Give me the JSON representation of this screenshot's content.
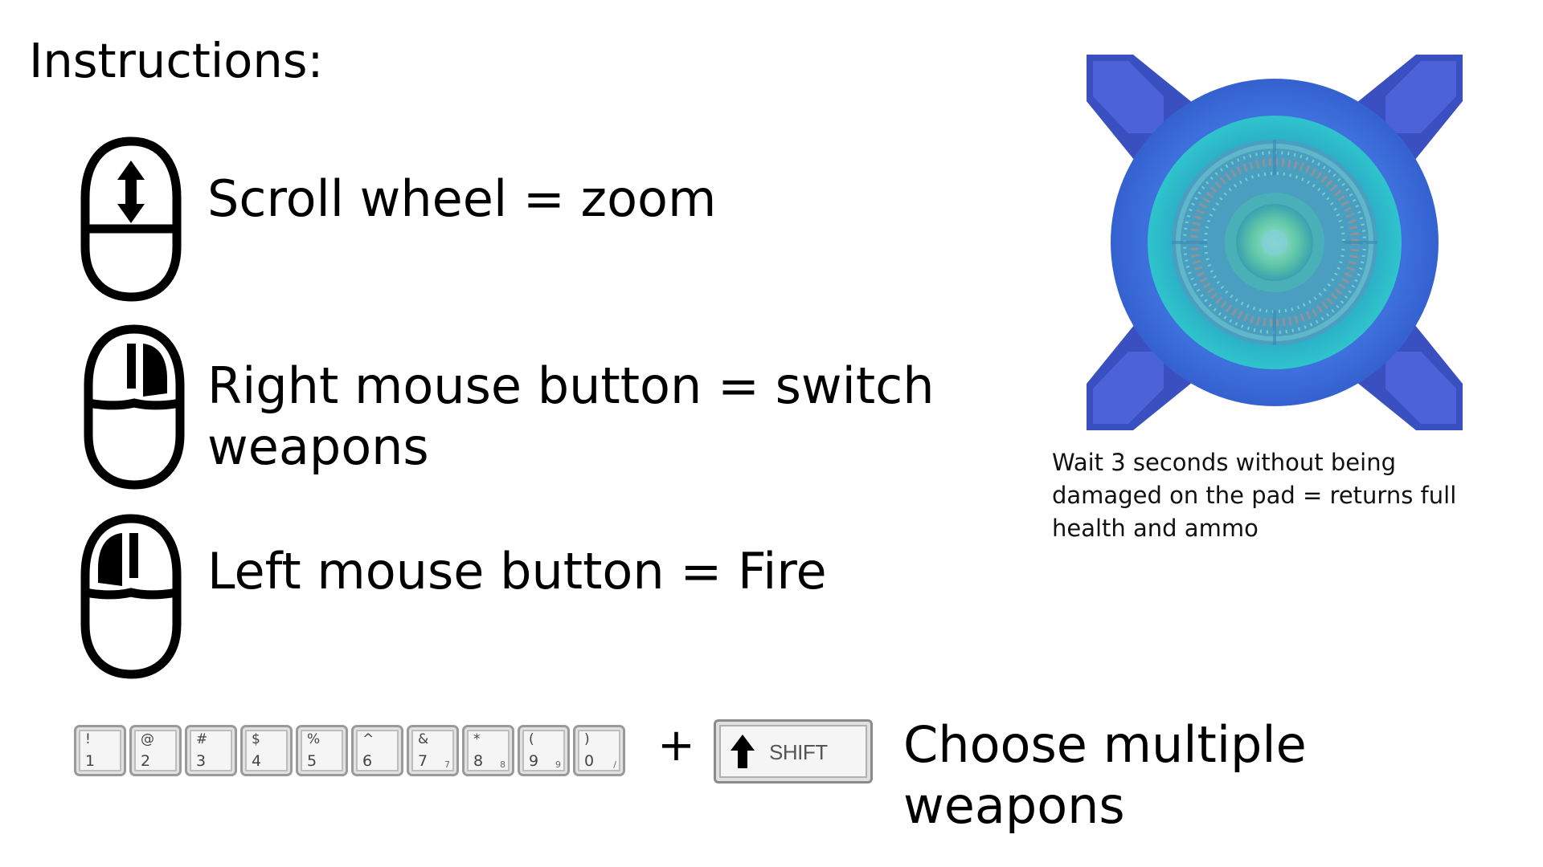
{
  "title": "Instructions:",
  "instructions": [
    {
      "icon": "mouse-scroll-wheel-icon",
      "text": "Scroll wheel = zoom"
    },
    {
      "icon": "mouse-right-button-icon",
      "text_line1": "Right mouse button = switch",
      "text_line2": "weapons"
    },
    {
      "icon": "mouse-left-button-icon",
      "text": "Left mouse button = Fire"
    }
  ],
  "number_keys": [
    {
      "top": "!",
      "bottom": "1",
      "aux": ""
    },
    {
      "top": "@",
      "bottom": "2",
      "aux": ""
    },
    {
      "top": "#",
      "bottom": "3",
      "aux": ""
    },
    {
      "top": "$",
      "bottom": "4",
      "aux": ""
    },
    {
      "top": "%",
      "bottom": "5",
      "aux": ""
    },
    {
      "top": "^",
      "bottom": "6",
      "aux": ""
    },
    {
      "top": "&",
      "bottom": "7",
      "aux": "7"
    },
    {
      "top": "*",
      "bottom": "8",
      "aux": "8"
    },
    {
      "top": "(",
      "bottom": "9",
      "aux": "9"
    },
    {
      "top": ")",
      "bottom": "0",
      "aux": "/"
    }
  ],
  "plus_sign": "+",
  "shift_key_label": "SHIFT",
  "multi_weapon_line1": "Choose multiple",
  "multi_weapon_line2": "weapons",
  "pad_caption_line1": "Wait 3 seconds without being",
  "pad_caption_line2": "damaged on the pad = returns full",
  "pad_caption_line3": "health and ammo",
  "colors": {
    "pad_outer_blue": "#3a6ad8",
    "pad_arm_blue": "#4457cc",
    "pad_ring_teal": "#2bbac2",
    "pad_core_green": "#7fd6b0"
  }
}
